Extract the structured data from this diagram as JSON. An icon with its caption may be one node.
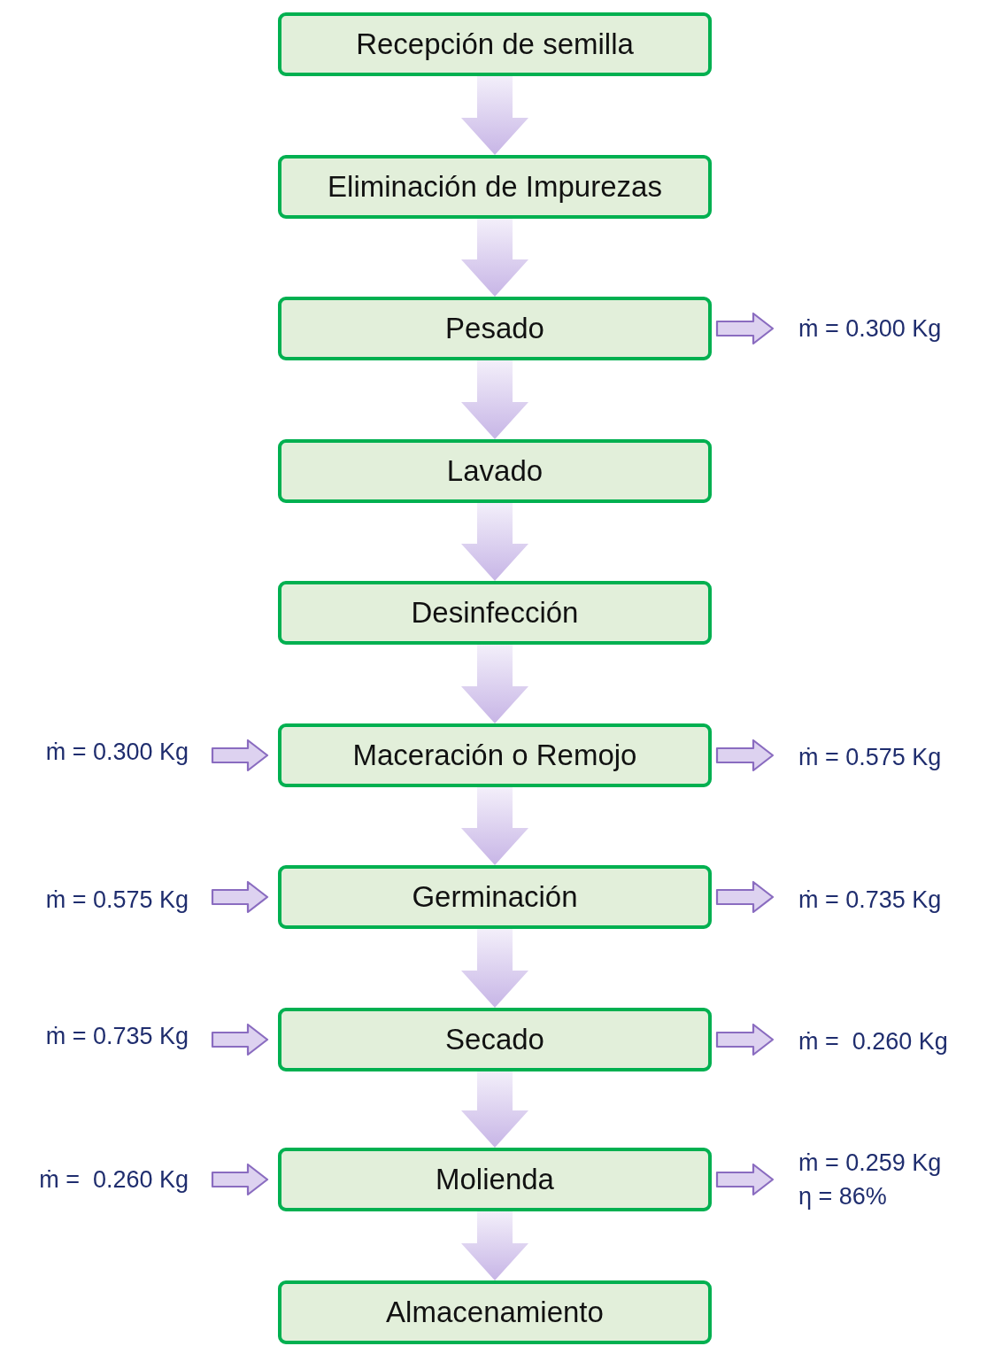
{
  "diagram": {
    "nodes": [
      {
        "text": [
          "Recepción de semilla"
        ]
      },
      {
        "text": [
          "Eliminación de Impurezas"
        ]
      },
      {
        "text": [
          "Pesado"
        ]
      },
      {
        "text": [
          "Lavado"
        ]
      },
      {
        "text": [
          "Desinfección"
        ]
      },
      {
        "text": [
          "Maceración o Remojo"
        ]
      },
      {
        "text": [
          "Germinación"
        ]
      },
      {
        "text": [
          "Secado"
        ]
      },
      {
        "text": [
          "Molienda"
        ]
      },
      {
        "text": [
          "Almacenamiento"
        ]
      },
      {
        "text": [
          "ṁ = 0.300 Kg"
        ]
      },
      {
        "text": [
          "ṁ = 0.300 Kg"
        ]
      },
      {
        "text": [
          "ṁ = 0.575 Kg"
        ]
      },
      {
        "text": [
          "ṁ = 0.575 Kg"
        ]
      },
      {
        "text": [
          "ṁ = 0.735 Kg"
        ]
      },
      {
        "text": [
          "ṁ = 0.735 Kg"
        ]
      },
      {
        "text": [
          "ṁ =  0.260 Kg"
        ]
      },
      {
        "text": [
          "ṁ =  0.260 Kg"
        ]
      },
      {
        "text": [
          "ṁ = 0.259 Kg",
          "η = 86%"
        ]
      }
    ],
    "edges": [
      {
        "from": 0,
        "to": 1,
        "arrow": "to"
      },
      {
        "from": 1,
        "to": 2,
        "arrow": "to"
      },
      {
        "from": 2,
        "to": 3,
        "arrow": "to"
      },
      {
        "from": 3,
        "to": 4,
        "arrow": "to"
      },
      {
        "from": 4,
        "to": 5,
        "arrow": "to"
      },
      {
        "from": 5,
        "to": 6,
        "arrow": "to"
      },
      {
        "from": 6,
        "to": 7,
        "arrow": "to"
      },
      {
        "from": 7,
        "to": 8,
        "arrow": "to"
      },
      {
        "from": 8,
        "to": 9,
        "arrow": "to"
      },
      {
        "from": 2,
        "to": 10,
        "arrow": "to"
      },
      {
        "from": 11,
        "to": 5,
        "arrow": "to"
      },
      {
        "from": 5,
        "to": 12,
        "arrow": "to"
      },
      {
        "from": 13,
        "to": 6,
        "arrow": "to"
      },
      {
        "from": 6,
        "to": 14,
        "arrow": "to"
      },
      {
        "from": 15,
        "to": 7,
        "arrow": "to"
      },
      {
        "from": 7,
        "to": 16,
        "arrow": "to"
      },
      {
        "from": 17,
        "to": 8,
        "arrow": "to"
      },
      {
        "from": 8,
        "to": 18,
        "arrow": "to"
      }
    ]
  }
}
